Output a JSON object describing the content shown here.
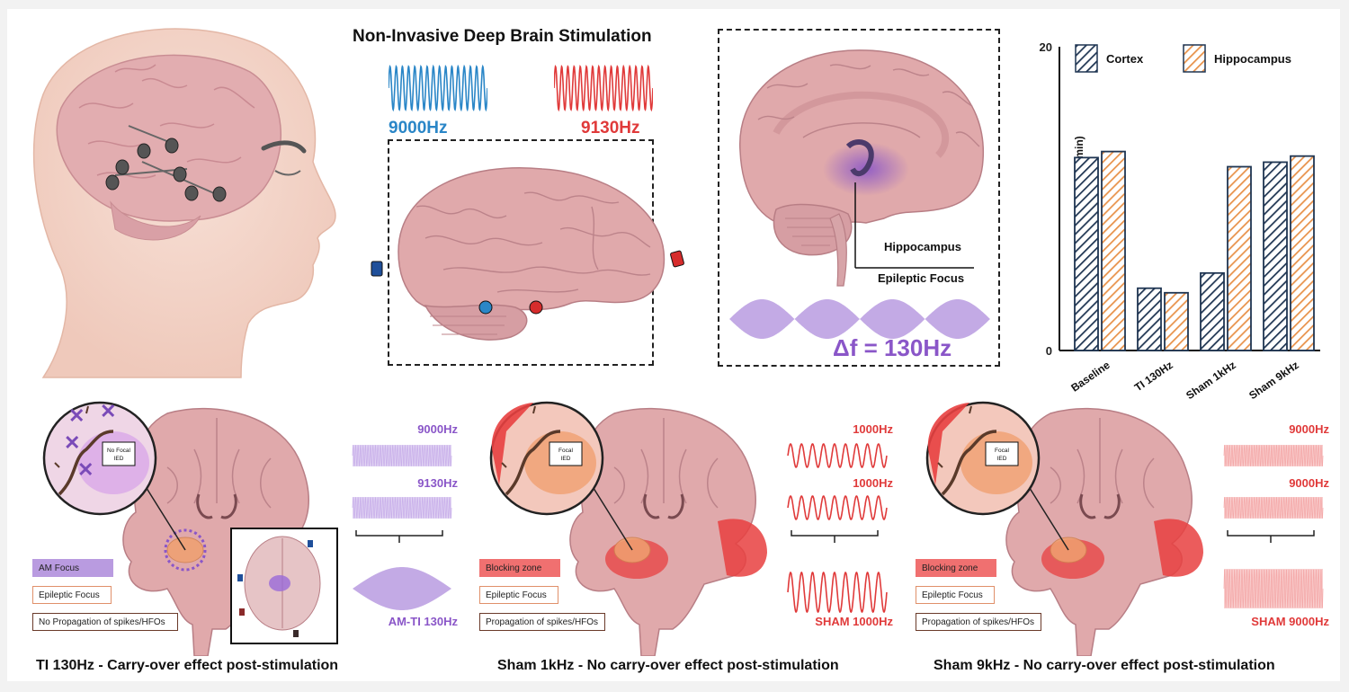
{
  "top": {
    "title": "Non-Invasive Deep Brain Stimulation",
    "freq_left": "9000Hz",
    "freq_right": "9130Hz",
    "hippocampus_label": "Hippocampus",
    "epileptic_focus_label": "Epileptic Focus",
    "delta_f": "Δf = 130Hz"
  },
  "chart_data": {
    "type": "bar",
    "categories": [
      "Baseline",
      "TI 130Hz",
      "Sham 1kHz",
      "Sham 9kHz"
    ],
    "series": [
      {
        "name": "Cortex",
        "values": [
          12.7,
          4.1,
          5.1,
          12.4
        ]
      },
      {
        "name": "Hippocampus",
        "values": [
          13.1,
          3.8,
          12.1,
          12.8
        ]
      }
    ],
    "ylabel": "IED rate (events/min)",
    "xlabel": "",
    "ylim": [
      0,
      20
    ],
    "yticks": [
      0,
      20
    ],
    "legend_position": "top",
    "colors": {
      "Cortex": "#1f3552",
      "Hippocampus": "#e8924a"
    }
  },
  "panels": [
    {
      "inset_label": "No Focal IED",
      "legend": [
        "AM Focus",
        "Epileptic Focus",
        "No Propagation of spikes/HFOs"
      ],
      "freq1": "9000Hz",
      "freq2": "9130Hz",
      "result": "AM-TI 130Hz",
      "caption": "TI 130Hz - Carry-over effect post-stimulation",
      "accent": "#8a56c8"
    },
    {
      "inset_label": "Focal IED",
      "legend": [
        "Blocking zone",
        "Epileptic Focus",
        "Propagation of spikes/HFOs"
      ],
      "freq1": "1000Hz",
      "freq2": "1000Hz",
      "result": "SHAM 1000Hz",
      "caption": "Sham 1kHz - No carry-over effect post-stimulation",
      "accent": "#e03030"
    },
    {
      "inset_label": "Focal IED",
      "legend": [
        "Blocking zone",
        "Epileptic Focus",
        "Propagation of spikes/HFOs"
      ],
      "freq1": "9000Hz",
      "freq2": "9000Hz",
      "result": "SHAM 9000Hz",
      "caption": "Sham 9kHz - No carry-over effect post-stimulation",
      "accent": "#e03030"
    }
  ]
}
